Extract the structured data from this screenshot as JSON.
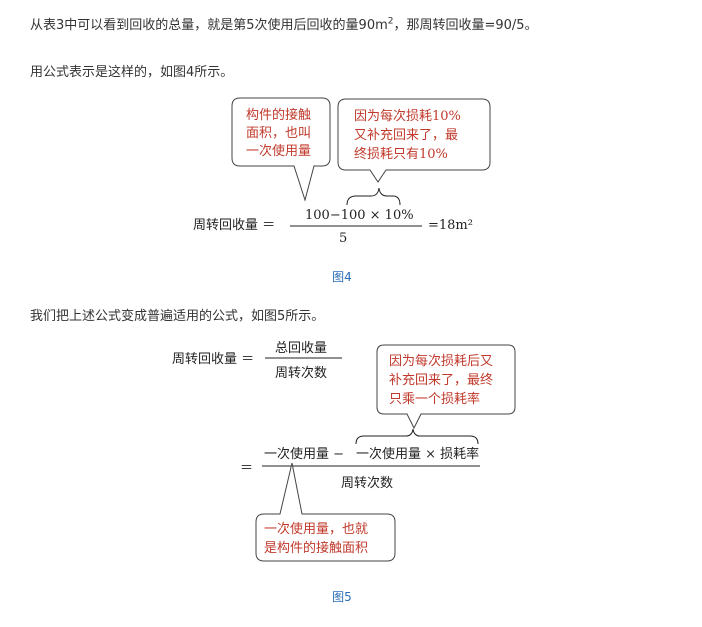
{
  "paragraphs": {
    "p1_pre": "从表3中可以看到回收的总量，就是第5次使用后回收的量90m",
    "p1_sup": "2",
    "p1_post": "，那周转回收量=90/5。",
    "p2": "用公式表示是这样的，如图4所示。",
    "p3": "我们把上述公式变成普遍适用的公式，如图5所示。"
  },
  "figure4": {
    "caption": "图4",
    "callout_left": [
      "构件的接触",
      "面积，也叫",
      "一次使用量"
    ],
    "callout_right": [
      "因为每次损耗10%",
      "又补充回来了，最",
      "终损耗只有10%"
    ],
    "lhs": "周转回收量 ＝",
    "numerator": "100−100 × 10%",
    "denominator": "5",
    "result": "=18m²"
  },
  "figure5": {
    "caption": "图5",
    "lhs": "周转回收量 ＝",
    "top_numerator": "总回收量",
    "top_denominator": "周转次数",
    "equals": "＝",
    "numerator_left": "一次使用量 −",
    "numerator_right": "一次使用量 × 损耗率",
    "denominator": "周转次数",
    "callout_right": [
      "因为每次损耗后又",
      "补充回来了，最终",
      "只乘一个损耗率"
    ],
    "callout_bottom": [
      "一次使用量，也就",
      "是构件的接触面积"
    ]
  },
  "colors": {
    "caption": "#2c6fb6",
    "callout_text": "#c0392b",
    "body_text": "#333333"
  }
}
